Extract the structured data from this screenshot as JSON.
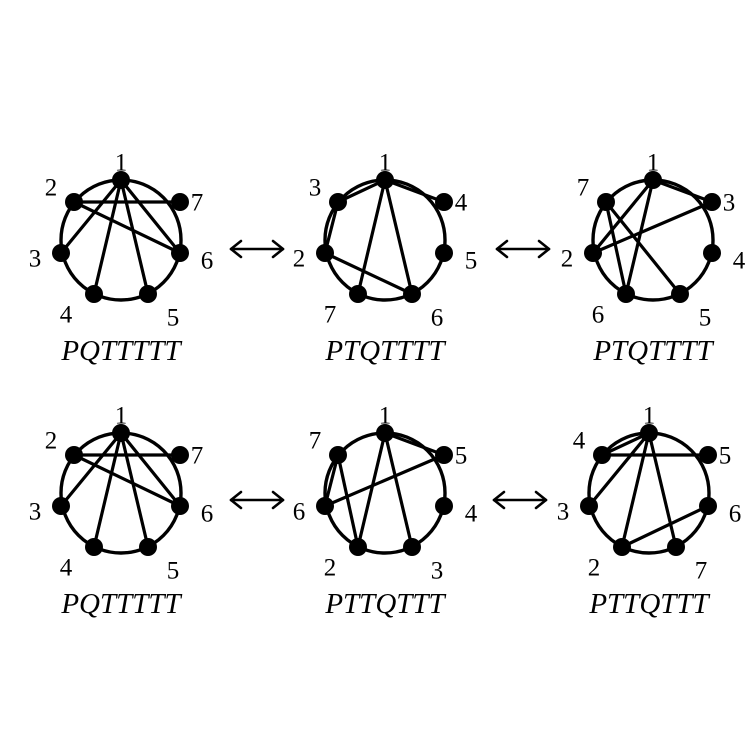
{
  "diagrams": [
    {
      "caption": "PQTTTTT",
      "labels": [
        "1",
        "2",
        "7",
        "3",
        "6",
        "4",
        "5"
      ],
      "edges": [
        [
          0,
          4
        ],
        [
          0,
          5
        ],
        [
          0,
          6
        ],
        [
          1,
          2
        ],
        [
          1,
          4
        ],
        [
          3,
          0
        ]
      ]
    },
    {
      "caption": "PTQTTTT",
      "labels": [
        "1",
        "3",
        "4",
        "2",
        "5",
        "7",
        "6"
      ],
      "edges": [
        [
          0,
          1
        ],
        [
          0,
          5
        ],
        [
          0,
          6
        ],
        [
          1,
          3
        ],
        [
          3,
          6
        ],
        [
          2,
          0
        ]
      ]
    },
    {
      "caption": "PTQTTTT",
      "labels": [
        "1",
        "7",
        "3",
        "2",
        "4",
        "6",
        "5"
      ],
      "edges": [
        [
          0,
          3
        ],
        [
          0,
          5
        ],
        [
          1,
          6
        ],
        [
          1,
          5
        ],
        [
          2,
          3
        ],
        [
          2,
          0
        ]
      ]
    },
    {
      "caption": "PQTTTTT",
      "labels": [
        "1",
        "2",
        "7",
        "3",
        "6",
        "4",
        "5"
      ],
      "edges": [
        [
          0,
          4
        ],
        [
          0,
          5
        ],
        [
          0,
          6
        ],
        [
          1,
          2
        ],
        [
          1,
          4
        ],
        [
          3,
          0
        ]
      ]
    },
    {
      "caption": "PTTQTTT",
      "labels": [
        "1",
        "7",
        "5",
        "6",
        "4",
        "2",
        "3"
      ],
      "edges": [
        [
          0,
          2
        ],
        [
          0,
          5
        ],
        [
          0,
          6
        ],
        [
          1,
          3
        ],
        [
          1,
          5
        ],
        [
          2,
          3
        ]
      ]
    },
    {
      "caption": "PTTQTTT",
      "labels": [
        "1",
        "4",
        "5",
        "3",
        "6",
        "2",
        "7"
      ],
      "edges": [
        [
          0,
          1
        ],
        [
          0,
          3
        ],
        [
          0,
          5
        ],
        [
          0,
          6
        ],
        [
          1,
          2
        ],
        [
          4,
          5
        ]
      ]
    }
  ],
  "arrow_symbol": "⟷"
}
